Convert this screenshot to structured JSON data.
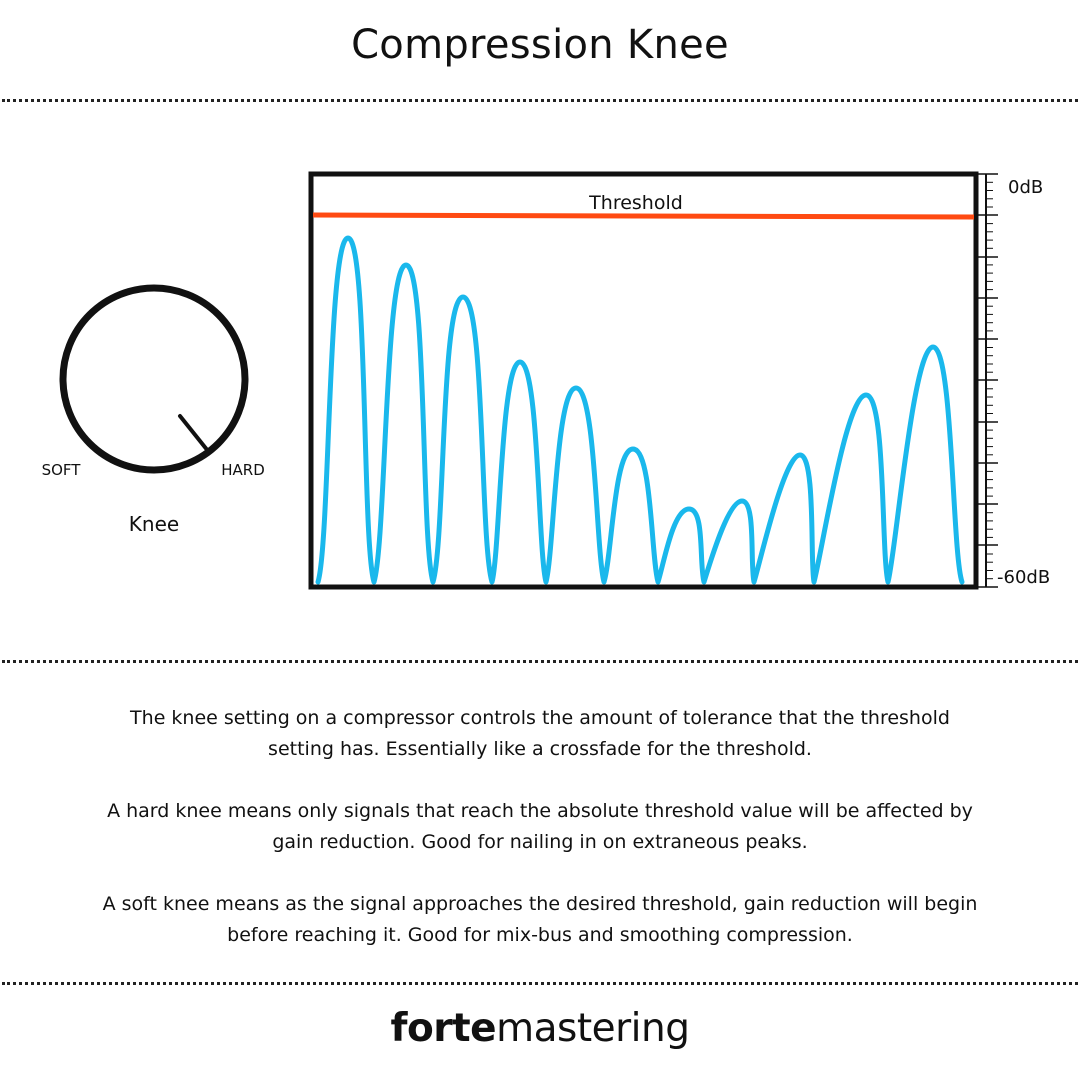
{
  "title": "Compression Knee",
  "knob": {
    "label": "Knee",
    "min_label": "SOFT",
    "max_label": "HARD",
    "setting": "HARD"
  },
  "meter": {
    "threshold_label": "Threshold",
    "top_label": "0dB",
    "bottom_label": "-60dB",
    "threshold_color": "#ff4a12",
    "signal_color": "#1ab8ec"
  },
  "description": [
    "The knee setting on a compressor controls the amount of tolerance that the threshold setting has. Essentially like a crossfade for the threshold.",
    "A hard knee means only signals that reach the absolute threshold value will be affected by gain reduction. Good for nailing in on extraneous peaks.",
    "A soft knee means as the signal approaches the desired threshold, gain reduction will begin before reaching it. Good for mix-bus and smoothing compression."
  ],
  "brand": {
    "part1": "forte",
    "part2": "mastering"
  }
}
